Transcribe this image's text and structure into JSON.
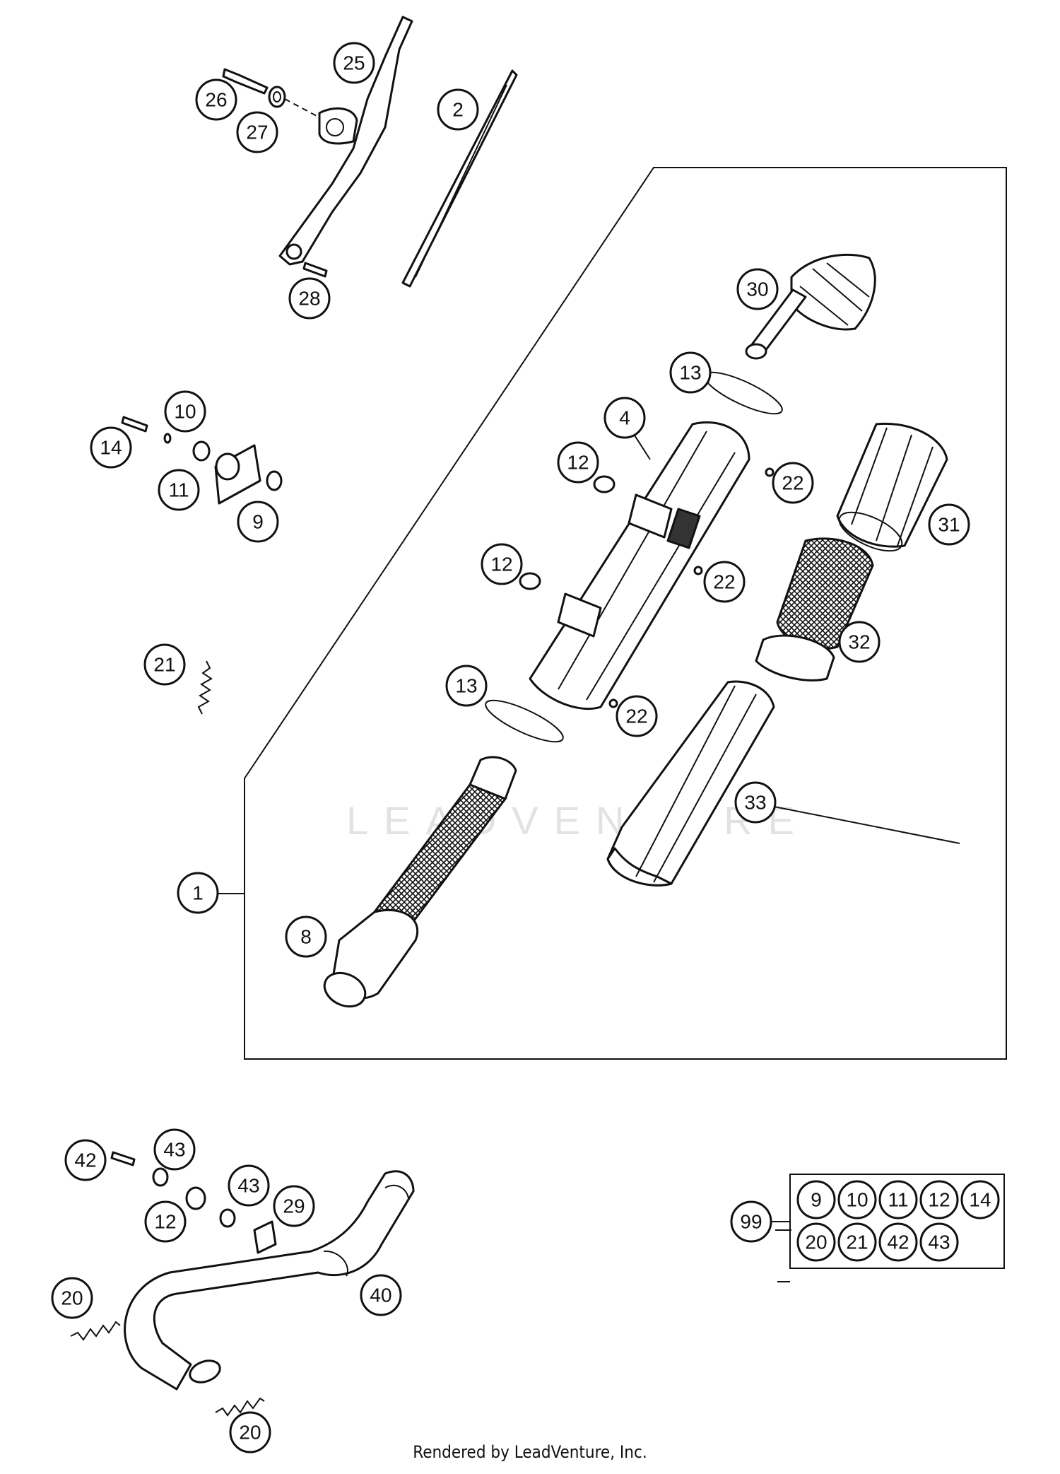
{
  "footer": "Rendered by LeadVenture, Inc.",
  "watermark": "LEADVENTURE",
  "callouts": {
    "c1": "1",
    "c2": "2",
    "c4": "4",
    "c8": "8",
    "c9": "9",
    "c10": "10",
    "c11": "11",
    "c12a": "12",
    "c12b": "12",
    "c12c": "12",
    "c13a": "13",
    "c13b": "13",
    "c14": "14",
    "c20a": "20",
    "c20b": "20",
    "c21": "21",
    "c22a": "22",
    "c22b": "22",
    "c22c": "22",
    "c25": "25",
    "c26": "26",
    "c27": "27",
    "c28": "28",
    "c29": "29",
    "c30": "30",
    "c31": "31",
    "c32": "32",
    "c33": "33",
    "c40": "40",
    "c42": "42",
    "c43a": "43",
    "c43b": "43",
    "c99": "99"
  },
  "kit_99": [
    "9",
    "10",
    "11",
    "12",
    "14",
    "20",
    "21",
    "42",
    "43"
  ]
}
